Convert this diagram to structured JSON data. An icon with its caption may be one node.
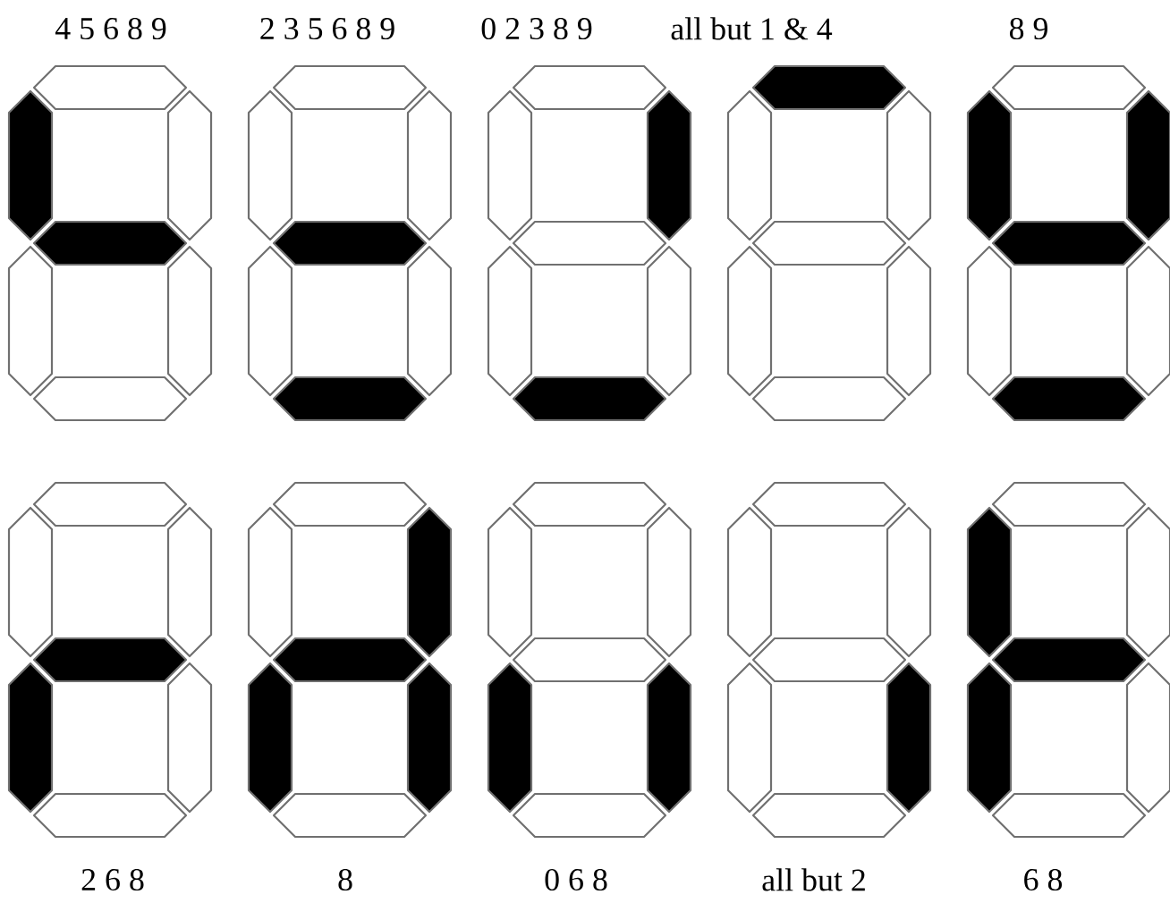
{
  "diagram": {
    "nodes": [
      {
        "text": [
          "4 5 6 8 9"
        ]
      },
      {
        "text": [
          "2 3 5 6 8 9"
        ]
      },
      {
        "text": [
          "0 2 3 8 9"
        ]
      },
      {
        "text": [
          "all but 1 & 4"
        ]
      },
      {
        "text": [
          "8 9"
        ]
      },
      {
        "text": [
          "2 6 8"
        ]
      },
      {
        "text": [
          "8"
        ]
      },
      {
        "text": [
          "0 6 8"
        ]
      },
      {
        "text": [
          "all but 2"
        ]
      },
      {
        "text": [
          "6 8"
        ]
      }
    ]
  }
}
